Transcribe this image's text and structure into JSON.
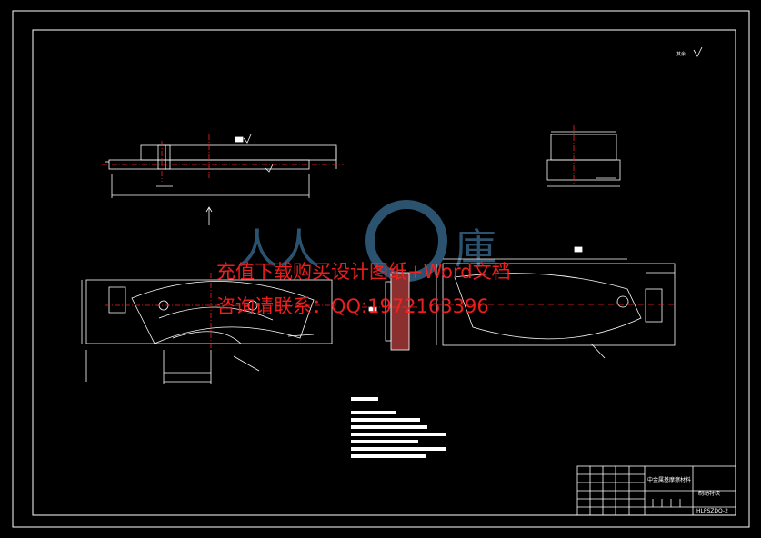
{
  "drawing": {
    "roughness_note": "其余",
    "title_block": {
      "material": "中金属基摩擦材料",
      "part_name": "制动衬块",
      "drawing_no": "HLPSZDQ-2"
    },
    "watermark": {
      "line1": "充值下载购买设计图纸+Word文档",
      "line2": "咨询请联系：QQ:1972163396"
    }
  },
  "colors": {
    "background": "#000000",
    "line": "#ffffff",
    "centerline": "#ff2020",
    "watermark": "#ff2020",
    "logo": "#3a6f95"
  }
}
